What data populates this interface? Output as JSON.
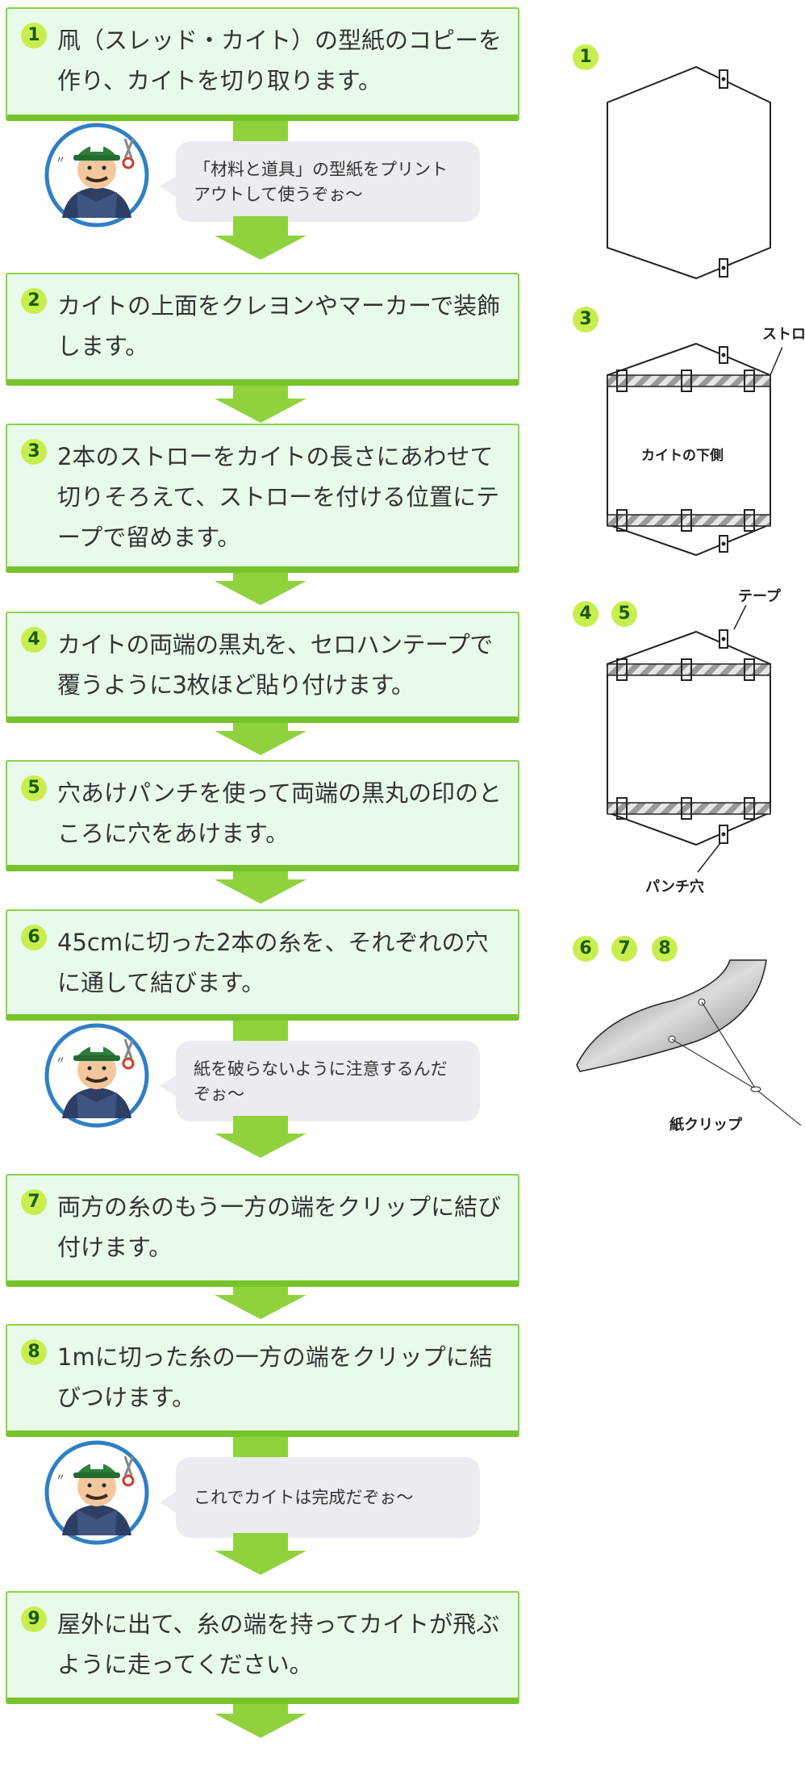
{
  "steps": [
    {
      "num": "1",
      "text": "凧（スレッド・カイト）の型紙のコピーを作り、カイトを切り取ります。"
    },
    {
      "num": "2",
      "text": "カイトの上面をクレヨンやマーカーで装飾します。"
    },
    {
      "num": "3",
      "text": "2本のストローをカイトの長さにあわせて切りそろえて、ストローを付ける位置にテープで留めます。"
    },
    {
      "num": "4",
      "text": "カイトの両端の黒丸を、セロハンテープで覆うように3枚ほど貼り付けます。"
    },
    {
      "num": "5",
      "text": "穴あけパンチを使って両端の黒丸の印のところに穴をあけます。"
    },
    {
      "num": "6",
      "text": "45cmに切った2本の糸を、それぞれの穴に通して結びます。"
    },
    {
      "num": "7",
      "text": "両方の糸のもう一方の端をクリップに結び付けます。"
    },
    {
      "num": "8",
      "text": "1mに切った糸の一方の端をクリップに結びつけます。"
    },
    {
      "num": "9",
      "text": "屋外に出て、糸の端を持ってカイトが飛ぶように走ってください。"
    }
  ],
  "tips": [
    "「材料と道具」の型紙をプリントアウトして使うぞぉ〜",
    "紙を破らないように注意するんだぞぉ〜",
    "これでカイトは完成だぞぉ〜"
  ],
  "diagrams": {
    "d1": {
      "nums": [
        "1"
      ]
    },
    "d3": {
      "nums": [
        "3"
      ],
      "center_label": "カイトの下側",
      "straw_label": "ストロ"
    },
    "d45": {
      "nums": [
        "4",
        "5"
      ],
      "tape_label": "テープ",
      "punch_label": "パンチ穴"
    },
    "d678": {
      "nums": [
        "6",
        "7",
        "8"
      ],
      "clip_label": "紙クリップ"
    }
  },
  "colors": {
    "step_bg": "#e8fbea",
    "step_border": "#76c32c",
    "arrow": "#8fd23e",
    "num_badge": "#c8ee4e",
    "bubble": "#ecebf1"
  }
}
